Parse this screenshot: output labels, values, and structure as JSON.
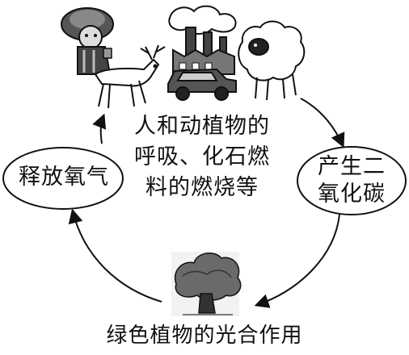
{
  "center_text": {
    "line1": "人和动植物的",
    "line2": "呼吸、化石燃",
    "line3": "料的燃烧等"
  },
  "nodes": {
    "release_oxygen": "释放氧气",
    "produce_co2_line1": "产生二",
    "produce_co2_line2": "氧化碳"
  },
  "bottom_caption": "绿色植物的光合作用",
  "icons": [
    "person-icon",
    "deer-icon",
    "factory-icon",
    "car-icon",
    "sheep-icon",
    "tree-icon"
  ],
  "colors": {
    "ink": "#111111",
    "background": "#ffffff"
  }
}
